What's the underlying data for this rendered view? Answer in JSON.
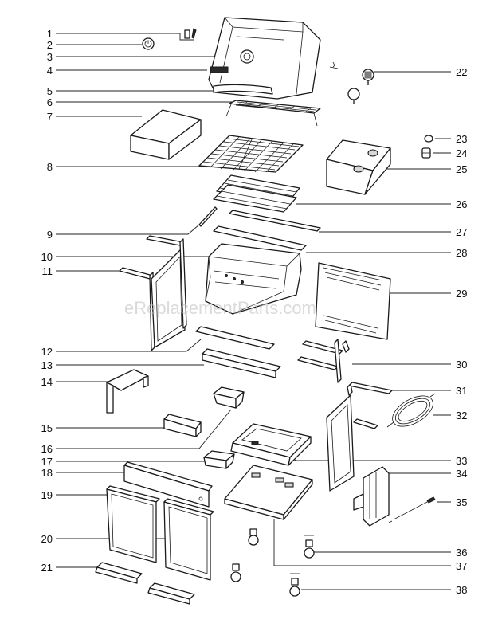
{
  "watermark": "eReplacementParts.com",
  "callouts": [
    "1",
    "2",
    "3",
    "4",
    "5",
    "6",
    "7",
    "8",
    "9",
    "10",
    "11",
    "12",
    "13",
    "14",
    "15",
    "16",
    "17",
    "18",
    "19",
    "20",
    "21",
    "22",
    "23",
    "24",
    "25",
    "26",
    "27",
    "28",
    "29",
    "30",
    "31",
    "32",
    "33",
    "34",
    "35",
    "36",
    "37",
    "38"
  ]
}
